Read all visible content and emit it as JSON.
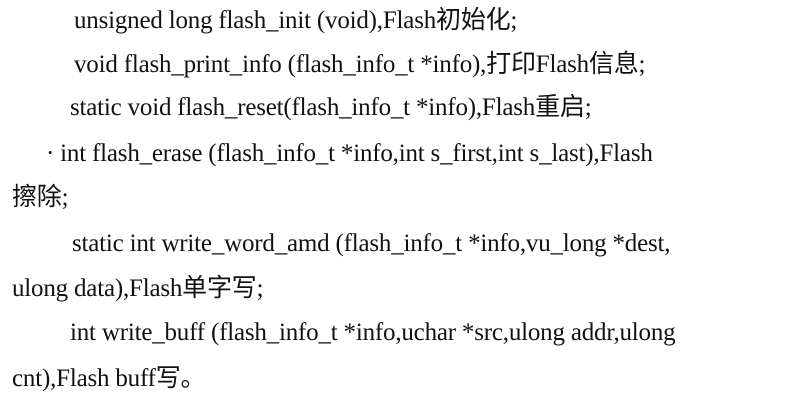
{
  "document": {
    "lines": [
      "unsigned long flash_init (void),Flash初始化;",
      "void flash_print_info (flash_info_t *info),打印Flash信息;",
      "static void flash_reset(flash_info_t *info),Flash重启;",
      "· int flash_erase (flash_info_t *info,int s_first,int s_last),Flash",
      "擦除;",
      "static int write_word_amd (flash_info_t *info,vu_long *dest,",
      "ulong data),Flash单字写;",
      "int write_buff (flash_info_t *info,uchar *src,ulong addr,ulong",
      "cnt),Flash buff写。"
    ]
  }
}
